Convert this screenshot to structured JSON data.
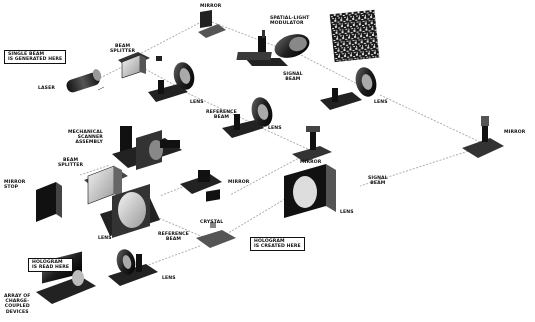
{
  "labels": {
    "mirror_top": "MIRROR",
    "slm": "SPATIAL-LIGHT\nMODULATOR",
    "single_beam": "SINGLE BEAM\nIS GENERATED HERE",
    "beam_splitter_top": "BEAM\nSPLITTER",
    "laser": "LASER",
    "signal_beam_top": "SIGNAL\nBEAM",
    "lens_slm": "LENS",
    "lens_upper": "LENS",
    "reference_beam_top": "REFERENCE\nBEAM",
    "lens_mid": "LENS",
    "mirror_right": "MIRROR",
    "mechanical_scanner": "MECHANICAL\nSCANNER\nASSEMBLY",
    "beam_splitter_mid": "BEAM\nSPLITTER",
    "mirror_stage": "MIRROR",
    "mirror_center": "MIRROR",
    "mirror_stop": "MIRROR\nSTOP",
    "signal_beam_lower": "SIGNAL\nBEAM",
    "lens_lower_right": "LENS",
    "lens_left": "LENS",
    "crystal": "CRYSTAL",
    "reference_beam_lower": "REFERENCE\nBEAM",
    "hologram_created": "HOLOGRAM\nIS CREATED HERE",
    "hologram_read": "HOLOGRAM\nIS READ HERE",
    "lens_bottom": "LENS",
    "ccd": "ARRAY OF\nCHARGE-\nCOUPLED\nDEVICES"
  },
  "colors": {
    "component": "#1a1a1a",
    "component_shade": "#4a4a4a",
    "component_light": "#8a8a8a",
    "beam": "#9a9a9a",
    "label": "#111111"
  }
}
